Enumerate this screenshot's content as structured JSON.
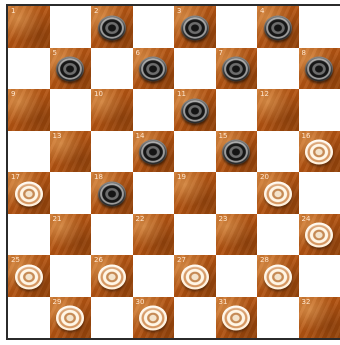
{
  "board": {
    "size": 8,
    "squares": [
      {
        "n": "1",
        "color": "dark",
        "piece": null
      },
      {
        "n": "2",
        "color": "dark",
        "piece": "black"
      },
      {
        "n": "3",
        "color": "dark",
        "piece": "black"
      },
      {
        "n": "4",
        "color": "dark",
        "piece": "black"
      },
      {
        "n": "5",
        "color": "dark",
        "piece": "black"
      },
      {
        "n": "6",
        "color": "dark",
        "piece": "black"
      },
      {
        "n": "7",
        "color": "dark",
        "piece": "black"
      },
      {
        "n": "8",
        "color": "dark",
        "piece": "black"
      },
      {
        "n": "9",
        "color": "dark",
        "piece": null
      },
      {
        "n": "10",
        "color": "dark",
        "piece": null
      },
      {
        "n": "11",
        "color": "dark",
        "piece": "black"
      },
      {
        "n": "12",
        "color": "dark",
        "piece": null
      },
      {
        "n": "13",
        "color": "dark",
        "piece": null
      },
      {
        "n": "14",
        "color": "dark",
        "piece": "black"
      },
      {
        "n": "15",
        "color": "dark",
        "piece": "black"
      },
      {
        "n": "16",
        "color": "dark",
        "piece": "white"
      },
      {
        "n": "17",
        "color": "dark",
        "piece": "white"
      },
      {
        "n": "18",
        "color": "dark",
        "piece": "black"
      },
      {
        "n": "19",
        "color": "dark",
        "piece": null
      },
      {
        "n": "20",
        "color": "dark",
        "piece": "white"
      },
      {
        "n": "21",
        "color": "dark",
        "piece": null
      },
      {
        "n": "22",
        "color": "dark",
        "piece": null
      },
      {
        "n": "23",
        "color": "dark",
        "piece": null
      },
      {
        "n": "24",
        "color": "dark",
        "piece": "white"
      },
      {
        "n": "25",
        "color": "dark",
        "piece": "white"
      },
      {
        "n": "26",
        "color": "dark",
        "piece": "white"
      },
      {
        "n": "27",
        "color": "dark",
        "piece": "white"
      },
      {
        "n": "28",
        "color": "dark",
        "piece": "white"
      },
      {
        "n": "29",
        "color": "dark",
        "piece": "white"
      },
      {
        "n": "30",
        "color": "dark",
        "piece": "white"
      },
      {
        "n": "31",
        "color": "dark",
        "piece": "white"
      },
      {
        "n": "32",
        "color": "dark",
        "piece": null
      }
    ],
    "colors": {
      "dark_square": "#b35412",
      "light_square": "#ffffff",
      "border": "#2b2b2b"
    }
  }
}
